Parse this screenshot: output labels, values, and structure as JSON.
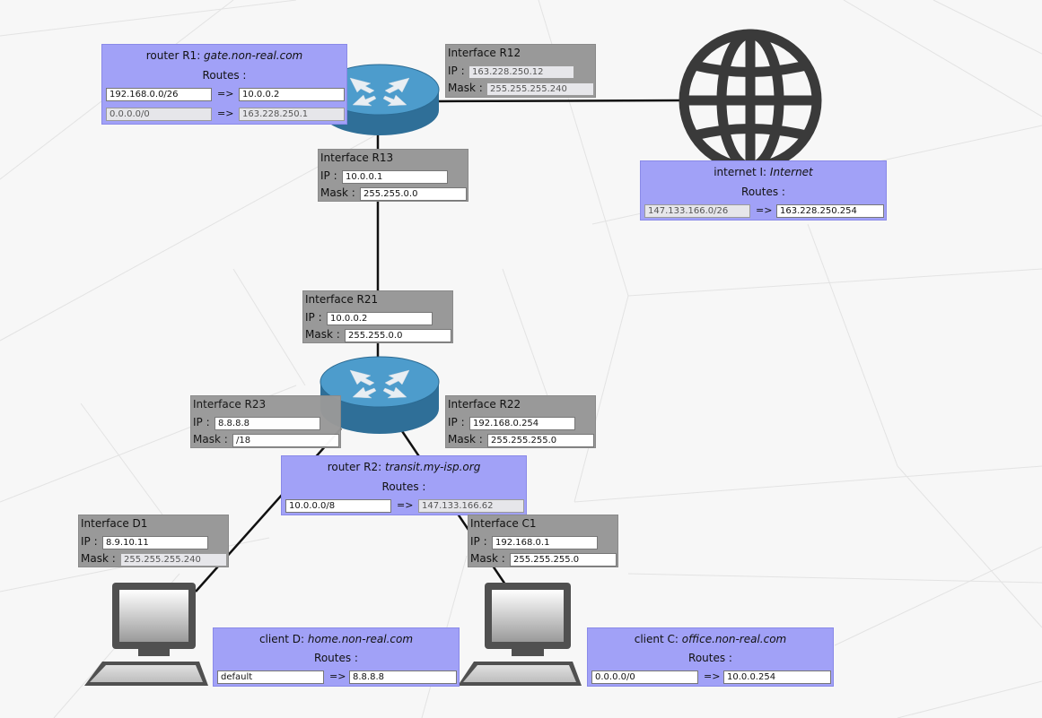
{
  "routers": {
    "R1": {
      "kind": "router",
      "id": "R1",
      "hostname": "gate.non-real.com",
      "routes_label": "Routes :",
      "routes": [
        {
          "dest": "192.168.0.0/26",
          "gateway": "10.0.0.2",
          "editable": true
        },
        {
          "dest": "0.0.0.0/0",
          "gateway": "163.228.250.1",
          "editable": false
        }
      ]
    },
    "R2": {
      "kind": "router",
      "id": "R2",
      "hostname": "transit.my-isp.org",
      "routes_label": "Routes :",
      "routes": [
        {
          "dest": "10.0.0.0/8",
          "gateway": "147.133.166.62",
          "editable_dest": true,
          "editable_gateway": false
        }
      ]
    }
  },
  "internet": {
    "kind": "internet",
    "id": "I",
    "name": "Internet",
    "routes_label": "Routes :",
    "routes": [
      {
        "dest": "147.133.166.0/26",
        "gateway": "163.228.250.254"
      }
    ]
  },
  "clients": {
    "D": {
      "kind": "client",
      "id": "D",
      "hostname": "home.non-real.com",
      "routes_label": "Routes :",
      "routes": [
        {
          "dest": "default",
          "gateway": "8.8.8.8"
        }
      ]
    },
    "C": {
      "kind": "client",
      "id": "C",
      "hostname": "office.non-real.com",
      "routes_label": "Routes :",
      "routes": [
        {
          "dest": "0.0.0.0/0",
          "gateway": "10.0.0.254"
        }
      ]
    }
  },
  "interfaces": {
    "R12": {
      "title": "Interface R12",
      "ip": "163.228.250.12",
      "mask": "255.255.255.240",
      "editable": false
    },
    "R13": {
      "title": "Interface R13",
      "ip": "10.0.0.1",
      "mask": "255.255.0.0",
      "editable": true
    },
    "R21": {
      "title": "Interface R21",
      "ip": "10.0.0.2",
      "mask": "255.255.0.0",
      "editable": true
    },
    "R23": {
      "title": "Interface R23",
      "ip": "8.8.8.8",
      "mask": "/18",
      "editable": true
    },
    "R22": {
      "title": "Interface R22",
      "ip": "192.168.0.254",
      "mask": "255.255.255.0",
      "editable": true
    },
    "D1": {
      "title": "Interface D1",
      "ip": "8.9.10.11",
      "mask": "255.255.255.240",
      "editable_ip": true,
      "editable_mask": false
    },
    "C1": {
      "title": "Interface C1",
      "ip": "192.168.0.1",
      "mask": "255.255.255.0",
      "editable": true
    }
  },
  "labels": {
    "ip": "IP :",
    "mask": "Mask :",
    "arrow": "=>",
    "router_prefix": "router",
    "internet_prefix": "internet",
    "client_prefix": "client"
  },
  "colors": {
    "route_box": "#a1a1f7",
    "interface_box": "#999999",
    "router_blue": "#3d8ab8",
    "link": "#111111"
  },
  "icons": [
    "router-icon",
    "globe-icon",
    "computer-icon"
  ]
}
